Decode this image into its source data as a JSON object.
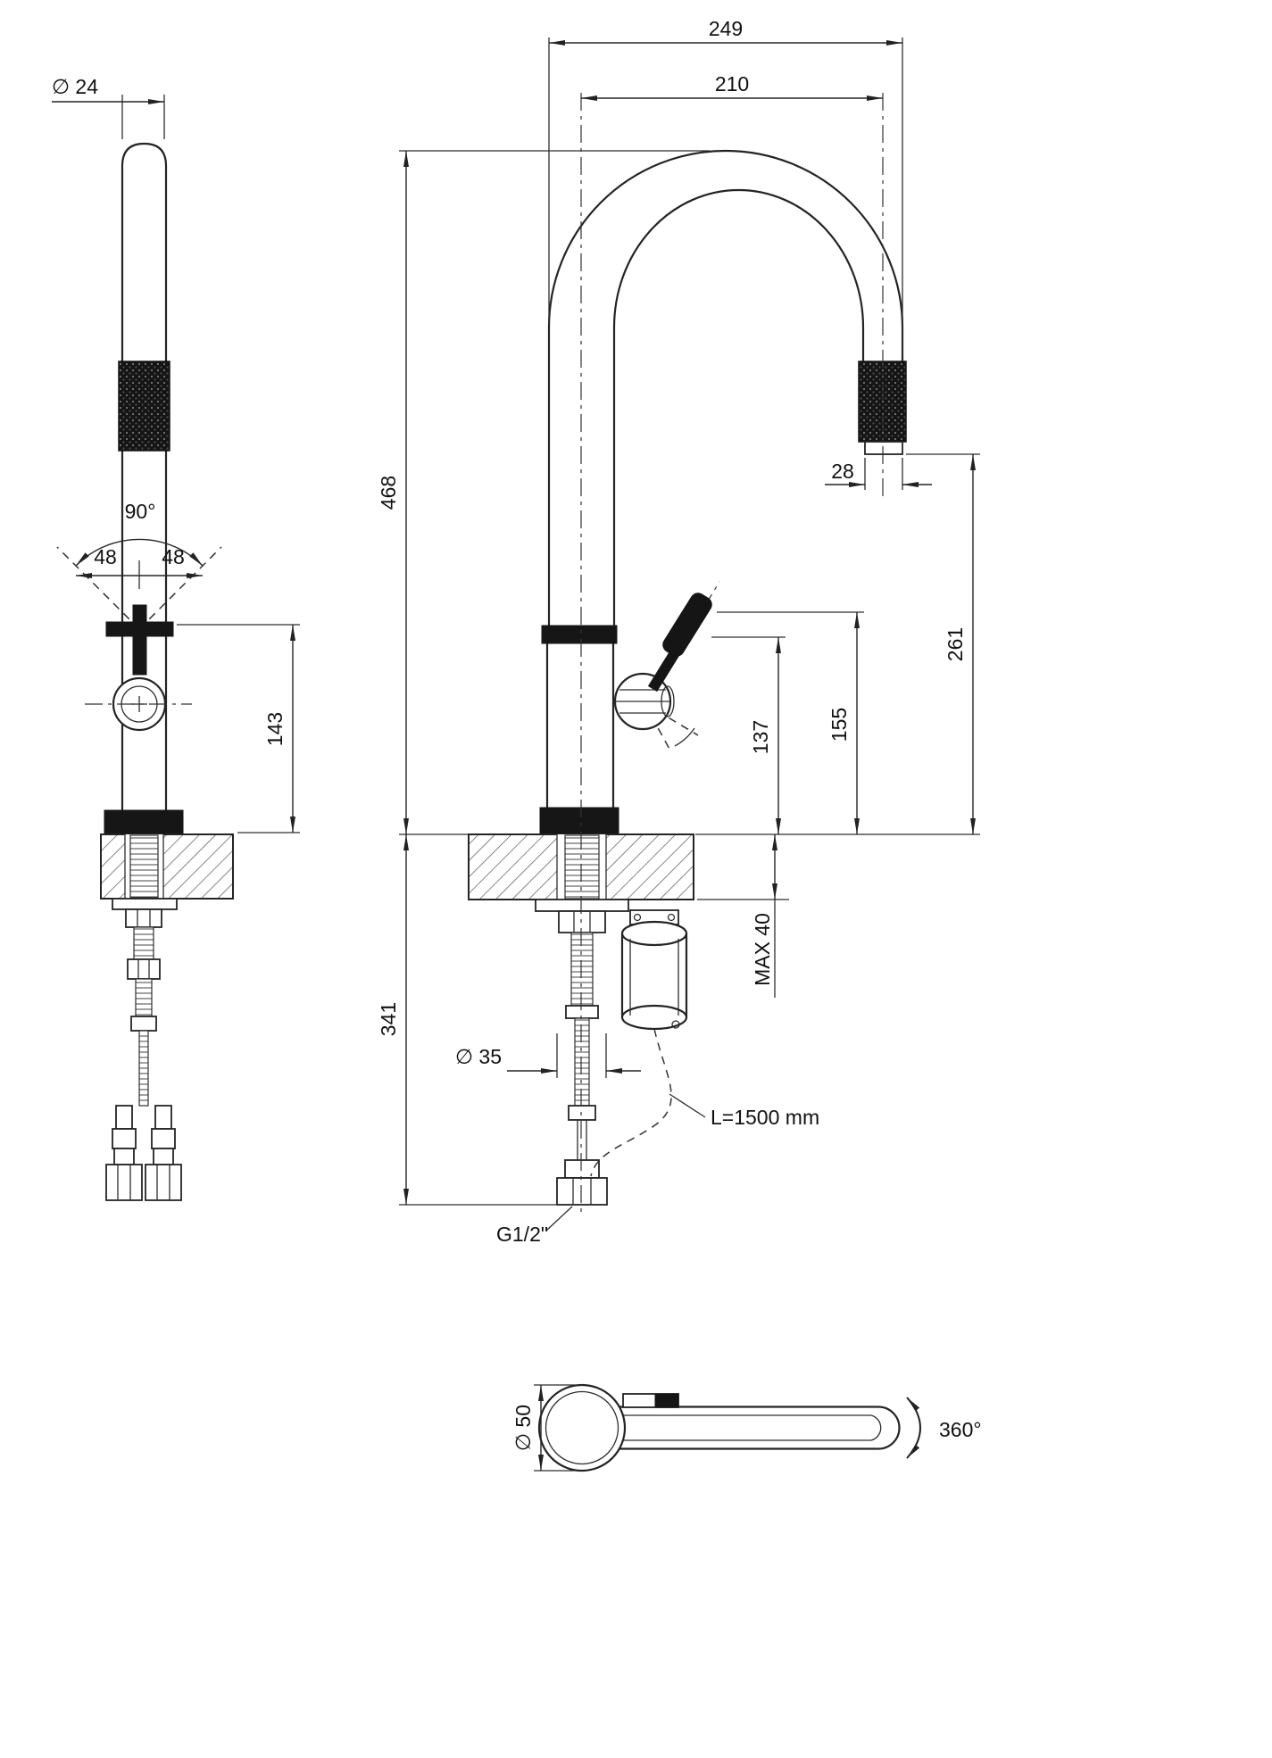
{
  "drawing": {
    "side_view": {
      "spout_diameter": "∅ 24",
      "swing_angle": "90°",
      "swing_left": "48",
      "swing_right": "48",
      "handle_height": "143"
    },
    "front_view": {
      "total_reach": "249",
      "spout_reach": "210",
      "spout_height": "468",
      "outlet_diameter": "28",
      "outlet_clearance": "261",
      "handle_top_height": "155",
      "handle_height": "137",
      "max_deck_thickness": "MAX 40",
      "under_counter_depth": "341",
      "hole_diameter": "∅ 35",
      "hose_length": "L=1500 mm",
      "thread_size": "G1/2\""
    },
    "top_view": {
      "base_diameter": "∅ 50",
      "rotation": "360°"
    },
    "colors": {
      "ink": "#222222",
      "background": "#ffffff"
    }
  }
}
